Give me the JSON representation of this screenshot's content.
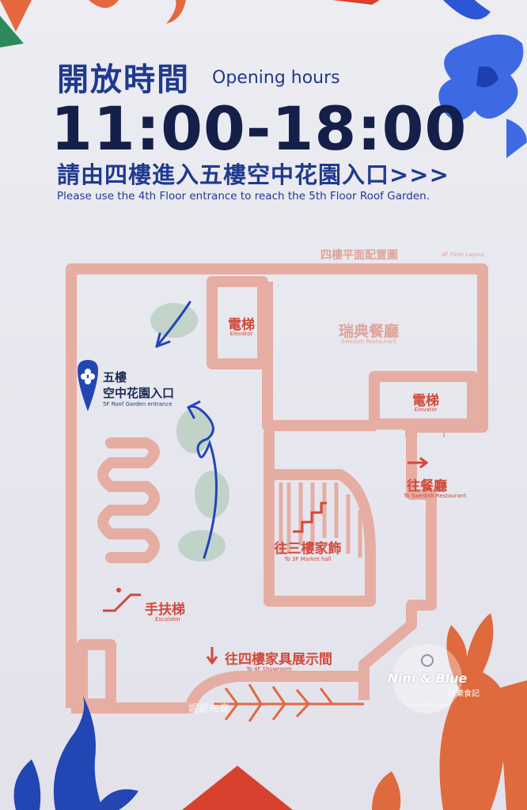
{
  "header": {
    "title_zh": "開放時間",
    "title_en": "Opening hours",
    "hours": "11:00-18:00",
    "notice_zh": "請由四樓進入五樓空中花園入口>>>",
    "notice_en": "Please use the 4th Floor entrance to reach the 5th Floor Roof Garden."
  },
  "map": {
    "title_zh": "四樓平面配置圖",
    "title_en": "4F Floor Layout",
    "elevator_left": {
      "zh": "電梯",
      "en": "Elevator"
    },
    "restaurant": {
      "zh": "瑞典餐廳",
      "en": "Swedish Restaurant"
    },
    "elevator_right": {
      "zh": "電梯",
      "en": "Elevator"
    },
    "roof_garden": {
      "zh_line1": "五樓",
      "zh_line2": "空中花園入口",
      "en": "5F Roof Garden entrance"
    },
    "to_restaurant": {
      "zh": "往餐廳",
      "en": "To Swedish Restaurant"
    },
    "to_3f": {
      "zh": "往三樓家飾",
      "en": "To 3F  Market hall"
    },
    "escalator": {
      "zh": "手扶梯",
      "en": "Escalator"
    },
    "to_showroom": {
      "zh": "往四樓家具展示間",
      "en": "To 4F Showroom"
    }
  },
  "watermark": {
    "text_zh": "妮妮布膏",
    "logo_brand": "Nini & Blue",
    "logo_sub": "玩樂食記",
    "logo_url": "niniandblue.com"
  },
  "colors": {
    "brand_blue": "#1f3a8f",
    "map_salmon": "#e0a49a",
    "accent_red": "#d2493a",
    "deco_orange": "#e4673f"
  }
}
